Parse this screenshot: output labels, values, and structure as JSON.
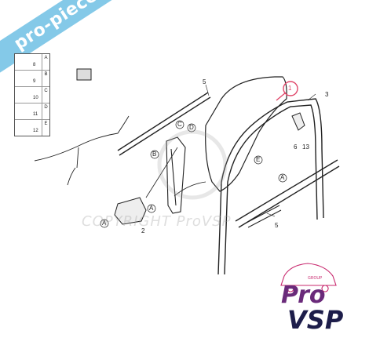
{
  "watermark": {
    "banner_text": "pro-piece-vsp.com",
    "copyright_text": "COPYRIGHT ProVSP"
  },
  "brand": {
    "pro": "Pro",
    "vsp": "VSP",
    "group": "GROUP",
    "accent_color": "#c8286e",
    "primary_color": "#1d1d4a"
  },
  "legend": [
    {
      "letter": "A",
      "num": "8"
    },
    {
      "letter": "B",
      "num": "9"
    },
    {
      "letter": "C",
      "num": "10"
    },
    {
      "letter": "D",
      "num": "11"
    },
    {
      "letter": "E",
      "num": "12"
    }
  ],
  "callouts": {
    "c1": "1",
    "c2": "2",
    "c3": "3",
    "c5a": "5",
    "c5b": "5",
    "c6": "6",
    "c13": "13",
    "cA1": "A",
    "cA2": "A",
    "cA3": "A",
    "cB": "B",
    "cC": "C",
    "cD": "D",
    "cE": "E"
  },
  "colors": {
    "banner": "#84c9e8",
    "highlight": "#e0486a",
    "line": "#222222"
  }
}
